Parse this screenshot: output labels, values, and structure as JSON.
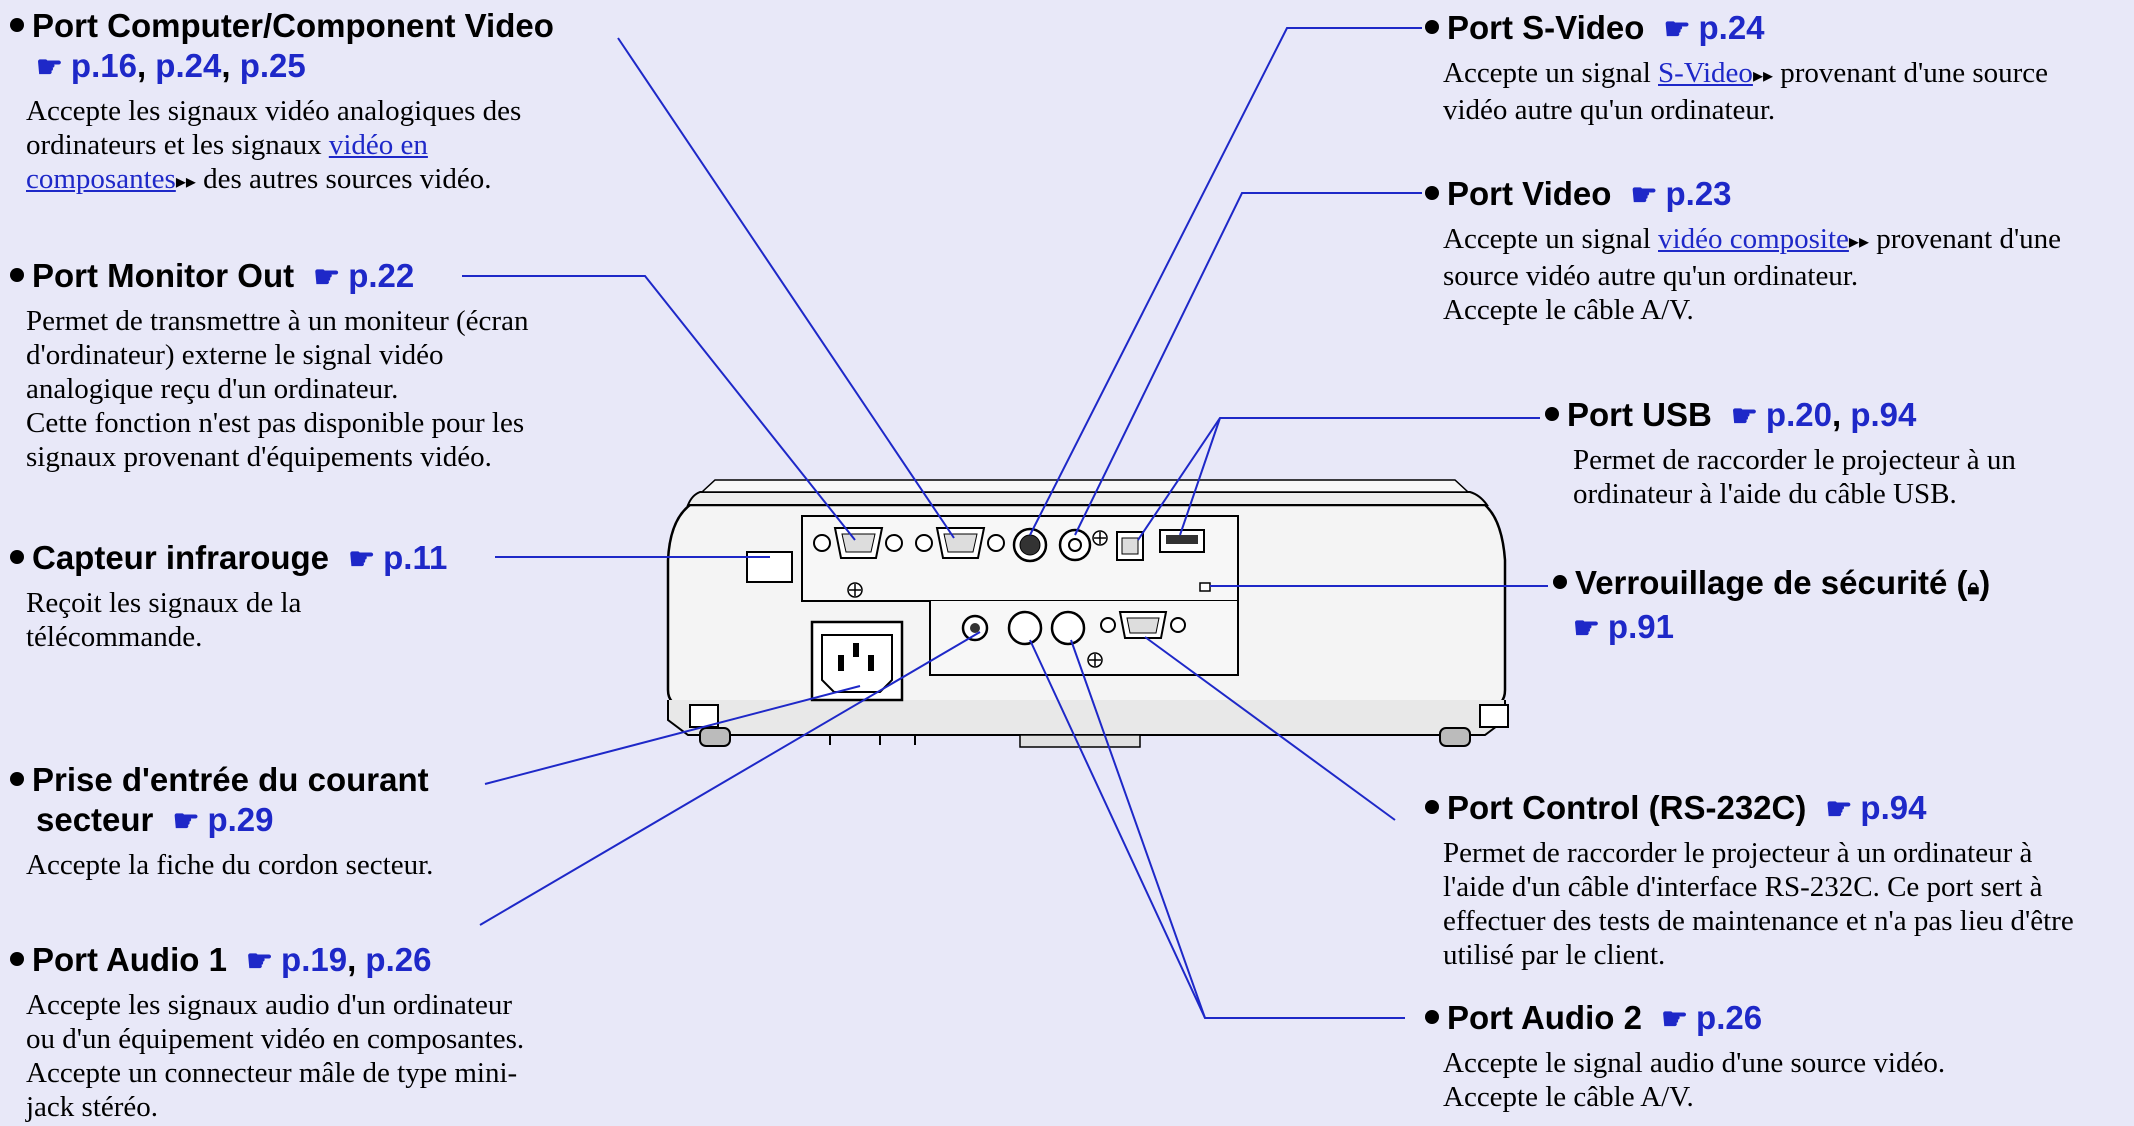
{
  "callouts": {
    "computer": {
      "title": "Port Computer/Component Video",
      "refs": [
        "p.16",
        "p.24",
        "p.25"
      ],
      "line1_a": "Accepte les signaux vidéo analogiques des",
      "line2_a": "ordinateurs et les signaux ",
      "line2_link": "vidéo en",
      "line3_link": "composantes",
      "line3_b": " des autres sources vidéo."
    },
    "monitor": {
      "title": "Port Monitor Out",
      "refs": [
        "p.22"
      ],
      "body": [
        "Permet de transmettre à un moniteur (écran",
        "d'ordinateur) externe le signal vidéo",
        "analogique reçu d'un ordinateur.",
        "Cette fonction n'est pas disponible pour les",
        "signaux provenant d'équipements vidéo."
      ]
    },
    "infrared": {
      "title": "Capteur infrarouge",
      "refs": [
        "p.11"
      ],
      "body": [
        "Reçoit les signaux de la",
        "télécommande."
      ]
    },
    "power": {
      "title_line1": "Prise d'entrée du courant",
      "title_line2": "secteur",
      "refs": [
        "p.29"
      ],
      "body": [
        "Accepte la fiche du cordon secteur."
      ]
    },
    "audio1": {
      "title": "Port Audio 1",
      "refs": [
        "p.19",
        "p.26"
      ],
      "body": [
        "Accepte les signaux audio d'un ordinateur",
        "ou d'un équipement vidéo en composantes.",
        "Accepte un connecteur mâle de type mini-",
        "jack stéréo."
      ]
    },
    "svideo": {
      "title": "Port S-Video",
      "refs": [
        "p.24"
      ],
      "line1_a": "Accepte un signal ",
      "line1_link": "S-Video",
      "line1_b": " provenant d'une source",
      "line2": "vidéo autre qu'un ordinateur."
    },
    "video": {
      "title": "Port Video",
      "refs": [
        "p.23"
      ],
      "line1_a": "Accepte un signal ",
      "line1_link": "vidéo composite",
      "line1_b": " provenant d'une",
      "line2": "source vidéo autre qu'un ordinateur.",
      "line3": "Accepte le câble A/V."
    },
    "usb": {
      "title": "Port USB",
      "refs": [
        "p.20",
        "p.94"
      ],
      "body": [
        "Permet de raccorder le projecteur à un",
        "ordinateur à l'aide du câble USB."
      ]
    },
    "security": {
      "title": "Verrouillage de sécurité (",
      "title_close": ")",
      "refs": [
        "p.91"
      ]
    },
    "control": {
      "title": "Port Control (RS-232C)",
      "refs": [
        "p.94"
      ],
      "body": [
        "Permet de raccorder le projecteur à un ordinateur à",
        "l'aide d'un câble d'interface RS-232C. Ce port sert à",
        "effectuer des tests de maintenance et n'a pas lieu d'être",
        "utilisé par le client."
      ]
    },
    "audio2": {
      "title": "Port Audio 2",
      "refs": [
        "p.26"
      ],
      "body": [
        "Accepte le signal audio d'une source vidéo.",
        "Accepte le câble A/V."
      ]
    }
  },
  "colors": {
    "background": "#e8e8f8",
    "reference": "#1e28c8",
    "text": "#000000"
  },
  "icons": {
    "reference": "pointing-hand-icon",
    "glossary": "double-arrow-icon",
    "lock": "lock-icon"
  }
}
